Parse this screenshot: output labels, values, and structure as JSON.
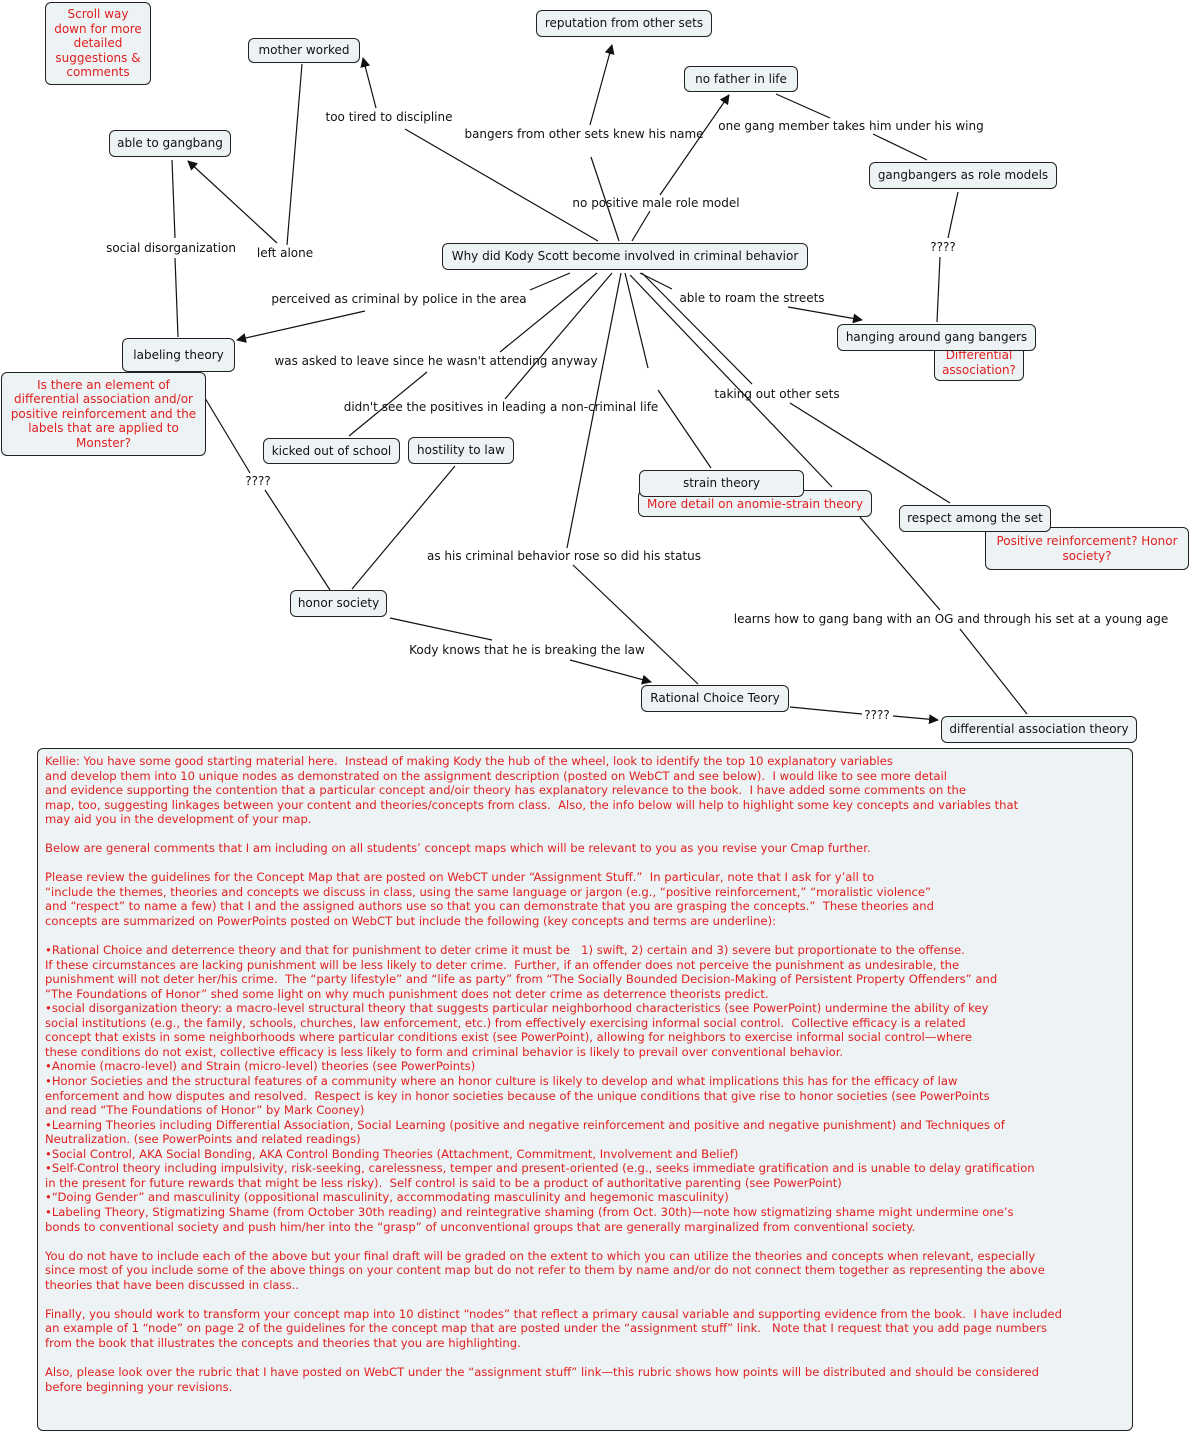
{
  "colors": {
    "node_bg": "#edf3f4",
    "comment_text": "#e02020",
    "line": "#111111"
  },
  "notes": {
    "scroll": "Scroll way down for more detailed suggestions & comments",
    "element": "Is there an element of differential association and/or positive reinforcement and the labels that are applied to Monster?",
    "diff_assoc": "Differential association?",
    "anomie": "More detail on anomie-strain theory",
    "pos_reinf": "Positive reinforcement?  Honor society?"
  },
  "concepts": {
    "center": "Why did Kody Scott become involved in criminal behavior",
    "mother": "mother worked",
    "reputation": "reputation from other sets",
    "no_father": "no father in life",
    "able": "able to gangbang",
    "role_models": "gangbangers as role models",
    "labeling": "labeling theory",
    "hanging": "hanging around gang bangers",
    "kicked": "kicked out of school",
    "hostility": "hostility to law",
    "strain": "strain theory",
    "respect": "respect among the set",
    "honor": "honor society",
    "rational": "Rational Choice Teory",
    "diff_theory": "differential association theory"
  },
  "links": {
    "too_tired": "too tired to discipline",
    "bangers": "bangers from other sets knew his name",
    "one_gang": "one gang member takes him under his wing",
    "social_dis": "social disorganization",
    "left_alone": "left alone",
    "no_positive": "no positive male role model",
    "q1": "????",
    "perceived": "perceived as criminal by police in the area",
    "roam": "able to roam the streets",
    "asked": "was asked to leave since he wasn't attending anyway",
    "didnt_see": "didn't see the positives in leading a non-criminal life",
    "taking_out": "taking out other sets",
    "q2": "????",
    "status": "as his criminal behavior rose so did his status",
    "learns": "learns how to gang bang with an OG and through his set at a young age",
    "knows": "Kody knows that he is breaking the law",
    "q3": "????"
  },
  "comment": "Kellie: You have some good starting material here.  Instead of making Kody the hub of the wheel, look to identify the top 10 explanatory variables\nand develop them into 10 unique nodes as demonstrated on the assignment description (posted on WebCT and see below).  I would like to see more detail\nand evidence supporting the contention that a particular concept and/oir theory has explanatory relevance to the book.  I have added some comments on the\nmap, too, suggesting linkages between your content and theories/concepts from class.  Also, the info below will help to highlight some key concepts and variables that\nmay aid you in the development of your map.\n\nBelow are general comments that I am including on all students’ concept maps which will be relevant to you as you revise your Cmap further.\n\nPlease review the guidelines for the Concept Map that are posted on WebCT under “Assignment Stuff.”  In particular, note that I ask for y’all to\n“include the themes, theories and concepts we discuss in class, using the same language or jargon (e.g., “positive reinforcement,” “moralistic violence”\nand “respect” to name a few) that I and the assigned authors use so that you can demonstrate that you are grasping the concepts.”  These theories and\nconcepts are summarized on PowerPoints posted on WebCT but include the following (key concepts and terms are underline):\n\n•Rational Choice and deterrence theory and that for punishment to deter crime it must be   1) swift, 2) certain and 3) severe but proportionate to the offense.\nIf these circumstances are lacking punishment will be less likely to deter crime.  Further, if an offender does not perceive the punishment as undesirable, the\npunishment will not deter her/his crime.  The “party lifestyle” and “life as party” from “The Socially Bounded Decision-Making of Persistent Property Offenders” and\n“The Foundations of Honor” shed some light on why much punishment does not deter crime as deterrence theorists predict.\n•social disorganization theory: a macro-level structural theory that suggests particular neighborhood characteristics (see PowerPoint) undermine the ability of key\nsocial institutions (e.g., the family, schools, churches, law enforcement, etc.) from effectively exercising informal social control.  Collective efficacy is a related\nconcept that exists in some neighborhoods where particular conditions exist (see PowerPoint), allowing for neighbors to exercise informal social control—where\nthese conditions do not exist, collective efficacy is less likely to form and criminal behavior is likely to prevail over conventional behavior.\n•Anomie (macro-level) and Strain (micro-level) theories (see PowerPoints)\n•Honor Societies and the structural features of a community where an honor culture is likely to develop and what implications this has for the efficacy of law\nenforcement and how disputes and resolved.  Respect is key in honor societies because of the unique conditions that give rise to honor societies (see PowerPoints\nand read “The Foundations of Honor” by Mark Cooney)\n•Learning Theories including Differential Association, Social Learning (positive and negative reinforcement and positive and negative punishment) and Techniques of\nNeutralization. (see PowerPoints and related readings)\n•Social Control, AKA Social Bonding, AKA Control Bonding Theories (Attachment, Commitment, Involvement and Belief)\n•Self-Control theory including impulsivity, risk-seeking, carelessness, temper and present-oriented (e.g., seeks immediate gratification and is unable to delay gratification\nin the present for future rewards that might be less risky).  Self control is said to be a product of authoritative parenting (see PowerPoint)\n•“Doing Gender” and masculinity (oppositional masculinity, accommodating masculinity and hegemonic masculinity)\n•Labeling Theory, Stigmatizing Shame (from October 30th reading) and reintegrative shaming (from Oct. 30th)—note how stigmatizing shame might undermine one’s\nbonds to conventional society and push him/her into the “grasp” of unconventional groups that are generally marginalized from conventional society.\n\nYou do not have to include each of the above but your final draft will be graded on the extent to which you can utilize the theories and concepts when relevant, especially\nsince most of you include some of the above things on your content map but do not refer to them by name and/or do not connect them together as representing the above\ntheories that have been discussed in class..\n\nFinally, you should work to transform your concept map into 10 distinct “nodes” that reflect a primary causal variable and supporting evidence from the book.  I have included\nan example of 1 “node” on page 2 of the guidelines for the concept map that are posted under the “assignment stuff” link.   Note that I request that you add page numbers\nfrom the book that illustrates the concepts and theories that you are highlighting.\n\nAlso, please look over the rubric that I have posted on WebCT under the “assignment stuff” link—this rubric shows how points will be distributed and should be considered\nbefore beginning your revisions."
}
